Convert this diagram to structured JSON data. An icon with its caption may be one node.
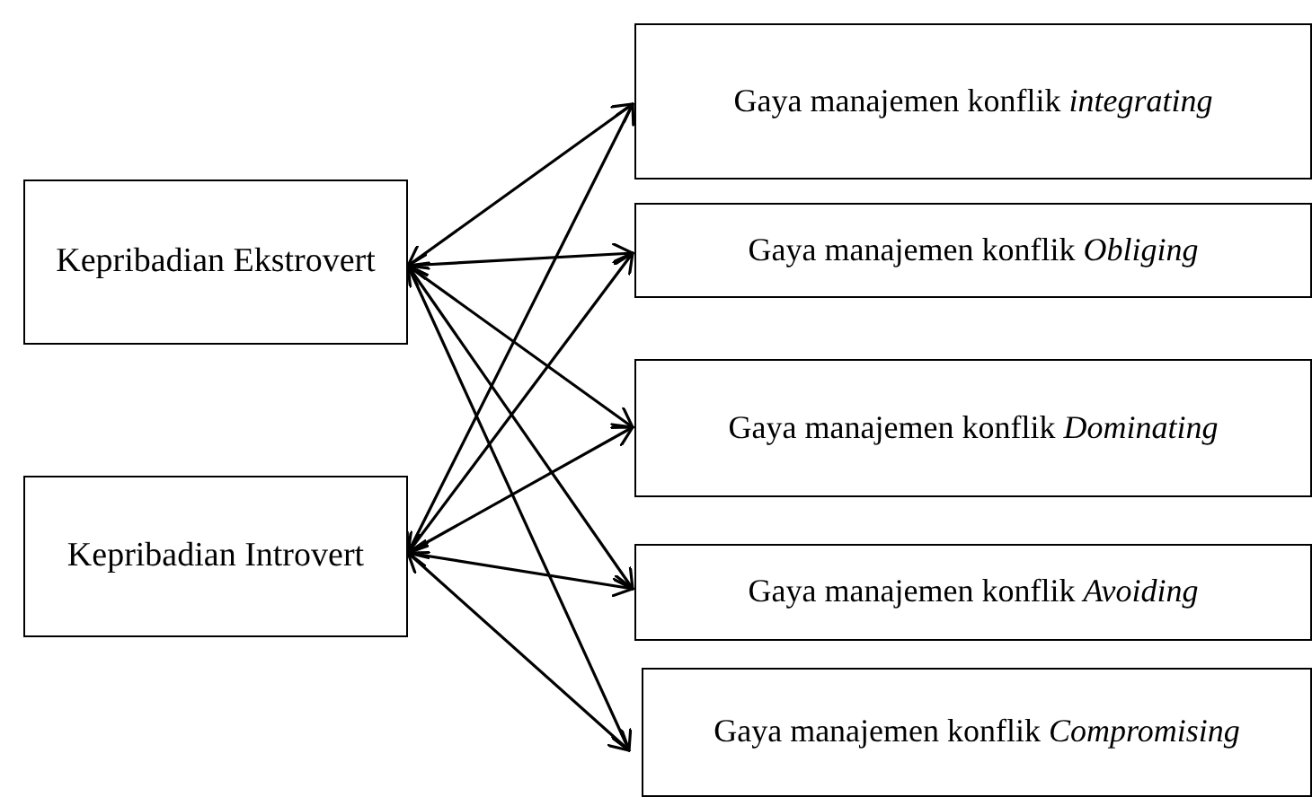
{
  "diagram": {
    "nodes": [
      {
        "text": [
          "Kepribadian Ekstrovert"
        ]
      },
      {
        "text": [
          "Kepribadian Introvert"
        ]
      },
      {
        "text": [
          "Gaya manajemen konflik *integrating*"
        ]
      },
      {
        "text": [
          "Gaya manajemen konflik *Obliging*"
        ]
      },
      {
        "text": [
          "Gaya manajemen konflik *Dominating*"
        ]
      },
      {
        "text": [
          "Gaya manajemen konflik *Avoiding*"
        ]
      },
      {
        "text": [
          "Gaya manajemen konflik *Compromising*"
        ]
      }
    ],
    "edges": [
      {
        "from": 0,
        "to": 2,
        "arrow": "both"
      },
      {
        "from": 0,
        "to": 3,
        "arrow": "both"
      },
      {
        "from": 0,
        "to": 4,
        "arrow": "both"
      },
      {
        "from": 0,
        "to": 5,
        "arrow": "both"
      },
      {
        "from": 0,
        "to": 6,
        "arrow": "both"
      },
      {
        "from": 1,
        "to": 2,
        "arrow": "both"
      },
      {
        "from": 1,
        "to": 3,
        "arrow": "both"
      },
      {
        "from": 1,
        "to": 4,
        "arrow": "both"
      },
      {
        "from": 1,
        "to": 5,
        "arrow": "both"
      },
      {
        "from": 1,
        "to": 6,
        "arrow": "both"
      }
    ]
  }
}
